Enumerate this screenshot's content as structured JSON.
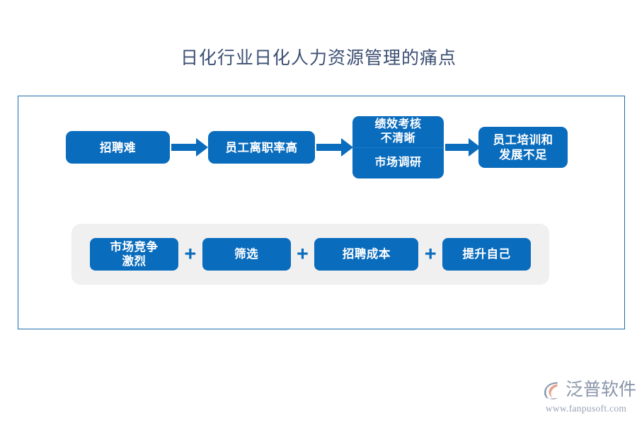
{
  "page": {
    "title": "日化行业日化人力资源管理的痛点",
    "title_color": "#3c4f73",
    "background": "#ffffff",
    "accent_blue": "#0a6cbd",
    "frame_border_color": "#1a6cb0",
    "panel_gray": "#f0f0f0"
  },
  "diagram": {
    "flow_nodes": [
      {
        "id": "node-1",
        "label": "招聘难"
      },
      {
        "id": "node-2",
        "label": "员工离职率高"
      },
      {
        "id": "node-3",
        "label_top": "绩效考核\n不清晰",
        "label_bottom": "市场调研",
        "split": true
      },
      {
        "id": "node-4",
        "label": "员工培训和\n发展不足"
      }
    ],
    "arrows": [
      {
        "id": "arrow-1",
        "from": "node-1",
        "to": "node-2",
        "direction": "right"
      },
      {
        "id": "arrow-2",
        "from": "node-2",
        "to": "node-3",
        "direction": "right"
      },
      {
        "id": "arrow-3",
        "from": "node-3",
        "to": "node-4",
        "direction": "right"
      }
    ],
    "factor_panel": {
      "operator": "+",
      "chips": [
        {
          "id": "chip-0",
          "label": "市场竞争\n激烈"
        },
        {
          "id": "chip-1",
          "label": "筛选"
        },
        {
          "id": "chip-2",
          "label": "招聘成本"
        },
        {
          "id": "chip-3",
          "label": "提升自己"
        }
      ]
    }
  },
  "watermark": {
    "brand": "泛普软件",
    "url": "www.fanpusoft.com",
    "mark_icon": "fanpu-logo-icon",
    "mark_color": "#8a96ab",
    "mark_accent": "#e8a38c"
  }
}
